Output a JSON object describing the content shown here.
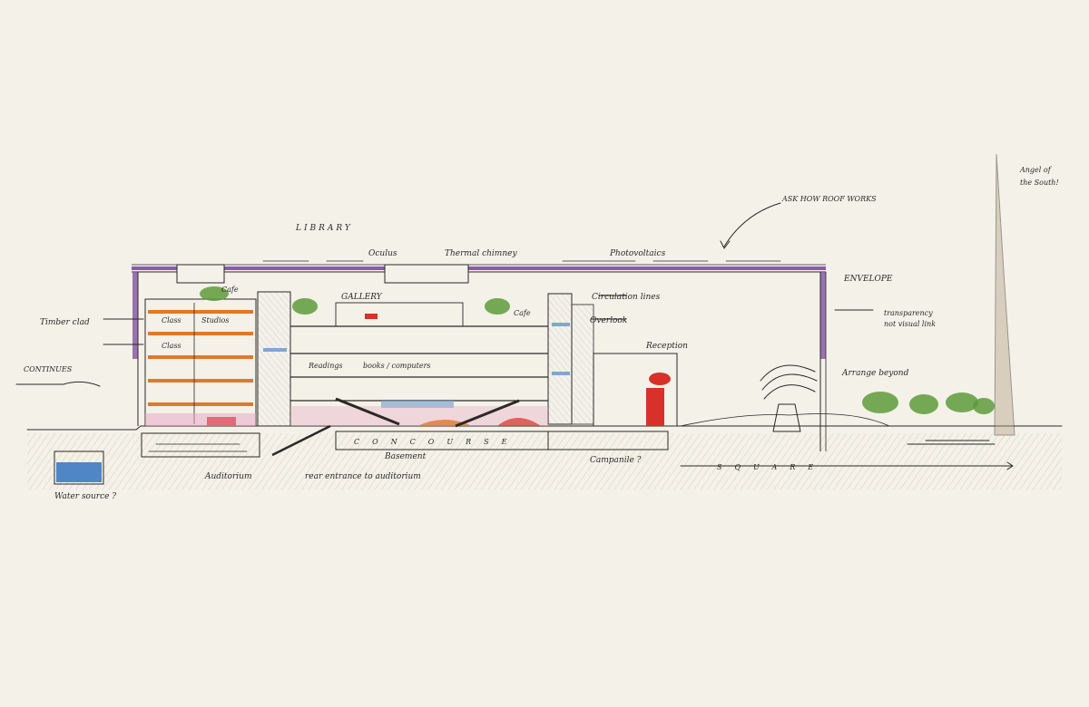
{
  "colors": {
    "paper": "#f3f1e8",
    "ink": "#2b2925",
    "roof_purple": "#8a5ca8",
    "floor_orange": "#e0782a",
    "glass_blue": "#7fa8cf",
    "core_grey": "#9fb0c4",
    "tree_green": "#5e9b3a",
    "accent_red": "#d8302a",
    "ground_hatch": "#b8a48a",
    "water_blue": "#4f86c6"
  },
  "labels": {
    "library": "LIBRARY",
    "oculus": "Oculus",
    "thermal_chimney": "Thermal chimney",
    "photovoltaics": "Photovoltaics",
    "ask_roof": "ASK HOW ROOF WORKS",
    "envelope": "ENVELOPE",
    "angel_1": "Angel of",
    "angel_2": "the South!",
    "gallery": "GALLERY",
    "circulation": "Circulation lines",
    "overlook": "Overlook",
    "transparency_1": "transparency",
    "transparency_2": "not visual link",
    "reception": "Reception",
    "arrange_beyond": "Arrange beyond",
    "timber_clad": "Timber clad",
    "continues": "CONTINUES",
    "readings": "Readings",
    "books": "books / computers",
    "concourse": "CONCOURSE",
    "basement": "Basement",
    "campanile": "Campanile ?",
    "square": "SQUARE",
    "auditorium": "Auditorium",
    "rear_entrance": "rear entrance to auditorium",
    "water_source": "Water source ?",
    "class_1": "Class",
    "class_2": "Class",
    "studios": "Studios",
    "cafe_1": "Cafe",
    "cafe_2": "Cafe"
  }
}
